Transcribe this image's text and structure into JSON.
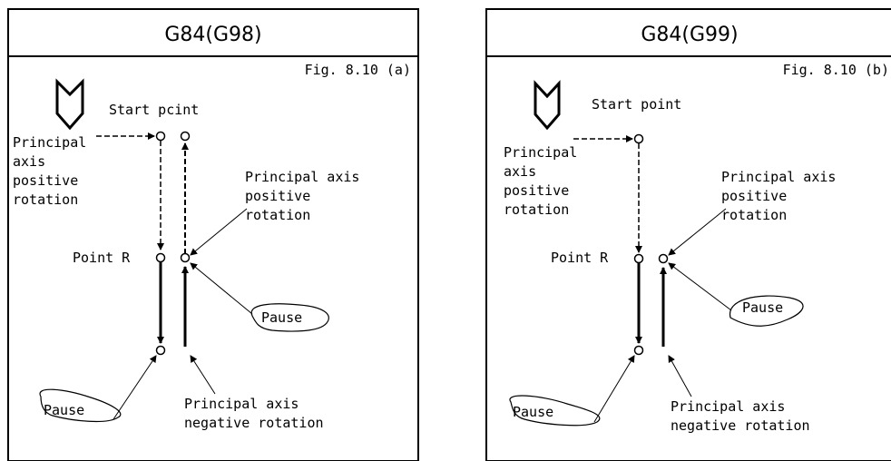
{
  "panels": [
    {
      "title": "G84(G98)",
      "fig": "Fig. 8.10 (a)",
      "start_label": "Start pcint",
      "left_lines": [
        "Principal",
        "axis",
        "positive",
        "rotation"
      ],
      "point_r": "Point R",
      "right_lines": [
        "Principal axis",
        "positive",
        "rotation"
      ],
      "pause_right": "Pause",
      "pause_left": "Pause",
      "bottom_lines": [
        "Principal axis",
        "negative rotation"
      ]
    },
    {
      "title": "G84(G99)",
      "fig": "Fig. 8.10 (b)",
      "start_label": "Start point",
      "left_lines": [
        "Principal",
        "axis",
        "positive",
        "rotation"
      ],
      "point_r": "Point R",
      "right_lines": [
        "Principal axis",
        "positive",
        "rotation"
      ],
      "pause_right": "Pause",
      "pause_left": "Pause",
      "bottom_lines": [
        "Principal axis",
        "negative rotation"
      ]
    }
  ]
}
